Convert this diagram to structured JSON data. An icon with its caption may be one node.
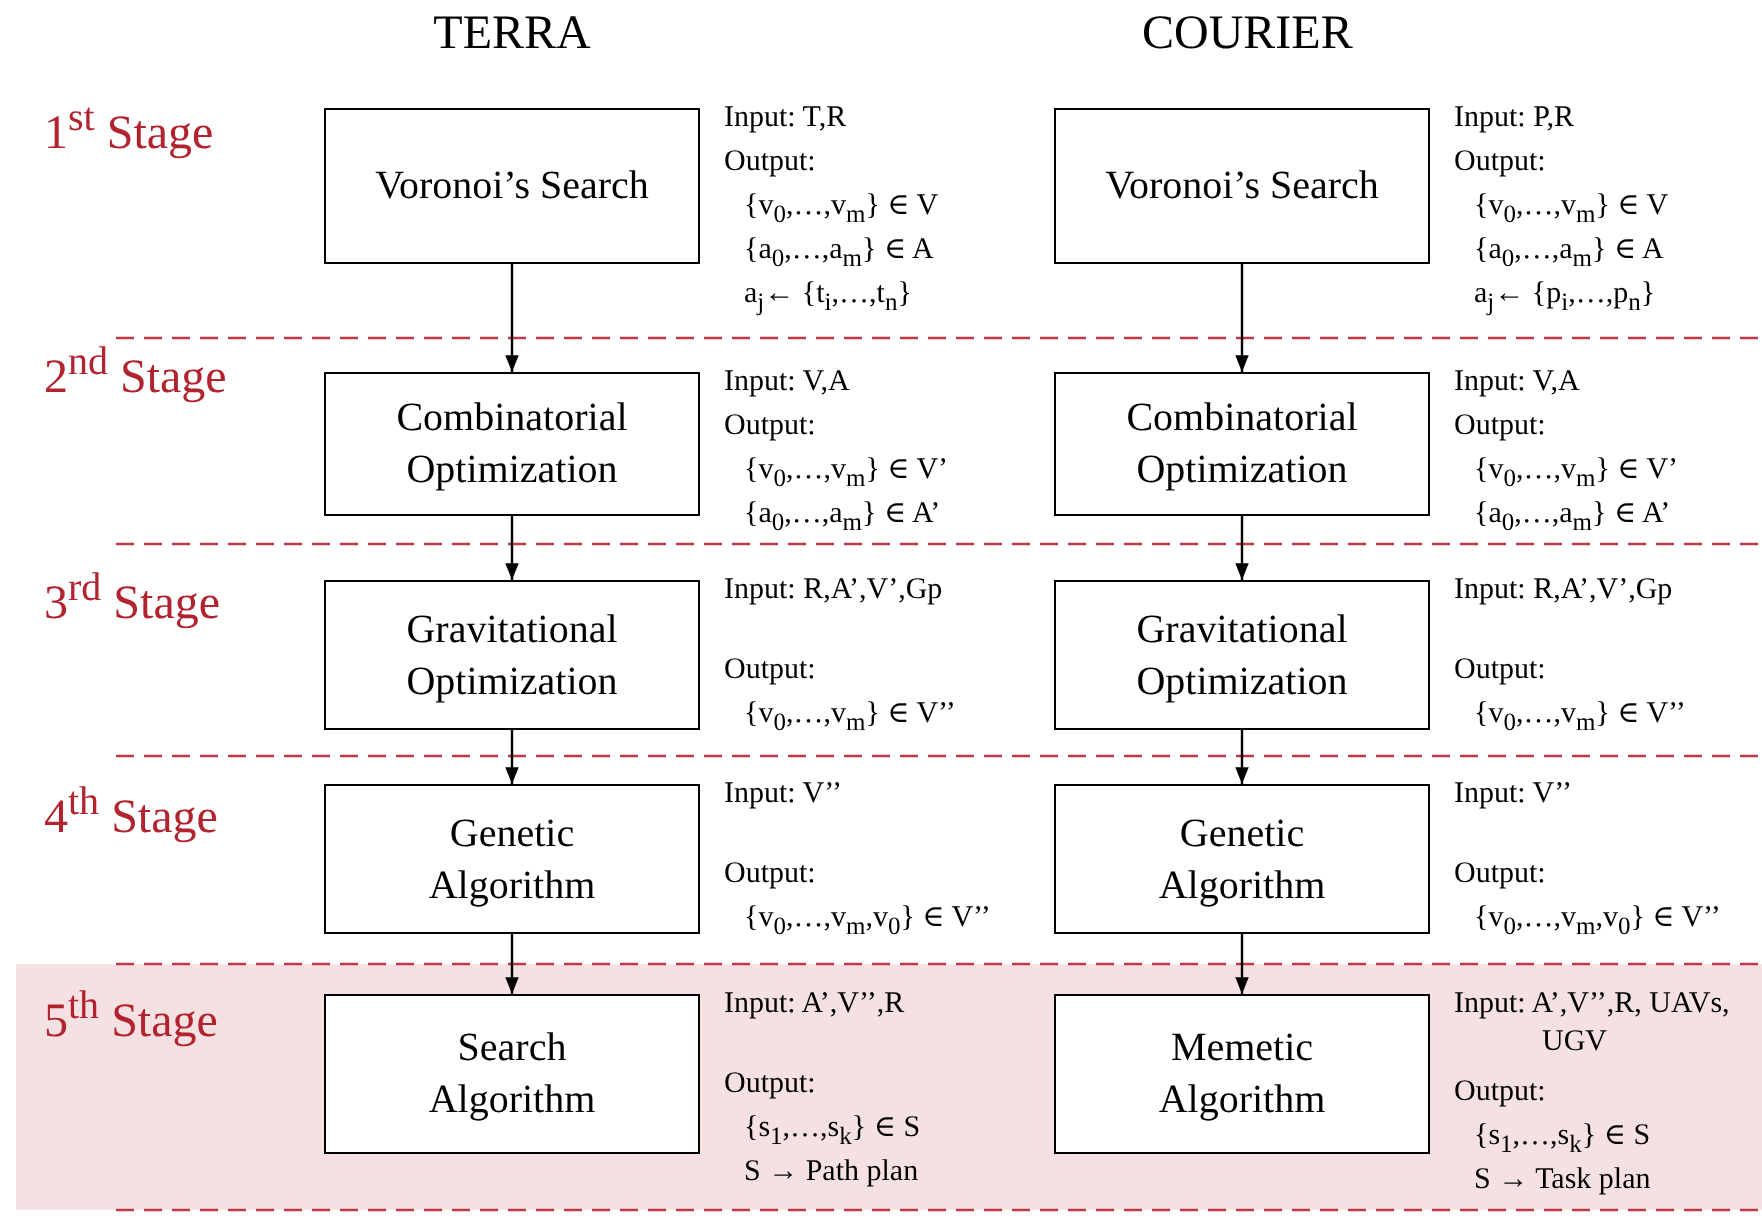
{
  "diagram": {
    "nodes": [
      {
        "text": [
          "Voronoi’s Search"
        ],
        "beside": [
          "Input: T,R",
          "Output:",
          "{v$_{0}$,…,v$_{m}$} ∈ V",
          "{a$_{0}$,…,a$_{m}$} ∈ A",
          "a$_{j}$← {t$_{i}$,…,t$_{n}$}"
        ]
      },
      {
        "text": [
          "Voronoi’s Search"
        ],
        "beside": [
          "Input: P,R",
          "Output:",
          "{v$_{0}$,…,v$_{m}$} ∈ V",
          "{a$_{0}$,…,a$_{m}$} ∈ A",
          "a$_{j}$← {p$_{i}$,…,p$_{n}$}"
        ]
      },
      {
        "text": [
          "Combinatorial Optimization"
        ],
        "beside": [
          "Input: V,A",
          "Output:",
          "{v$_{0}$,…,v$_{m}$} ∈ V’",
          "{a$_{0}$,…,a$_{m}$} ∈ A’"
        ]
      },
      {
        "text": [
          "Combinatorial Optimization"
        ],
        "beside": [
          "Input: V,A",
          "Output:",
          "{v$_{0}$,…,v$_{m}$} ∈ V’",
          "{a$_{0}$,…,a$_{m}$} ∈ A’"
        ]
      },
      {
        "text": [
          "Gravitational Optimization"
        ],
        "beside": [
          "Input: R,A’,V’,Gp",
          "Output:",
          "{v$_{0}$,…,v$_{m}$} ∈ V’’"
        ]
      },
      {
        "text": [
          "Gravitational Optimization"
        ],
        "beside": [
          "Input: R,A’,V’,Gp",
          "Output:",
          "{v$_{0}$,…,v$_{m}$} ∈ V’’"
        ]
      },
      {
        "text": [
          "Genetic Algorithm"
        ],
        "beside": [
          "Input: V’’",
          "Output:",
          "{v$_{0}$,…,v$_{m}$,v$_{0}$} ∈ V’’"
        ]
      },
      {
        "text": [
          "Genetic Algorithm"
        ],
        "beside": [
          "Input: V’’",
          "Output:",
          "{v$_{0}$,…,v$_{m}$,v$_{0}$} ∈ V’’"
        ]
      },
      {
        "text": [
          "5$^{th}$ Stage"
        ]
      },
      {
        "text": [
          "Search Algorithm"
        ],
        "in": 8,
        "beside": [
          "Input: A’,V’’,R",
          "Output:",
          "{s$_{1}$,…,s$_{k}$} ∈ S",
          "S → Path plan"
        ]
      },
      {
        "text": [
          "Memetic Algorithm"
        ],
        "in": 8,
        "beside": [
          "Input: A’,V’’,R, UAVs, UGV",
          "Output:",
          "{s$_{1}$,…,s$_{k}$} ∈ S",
          "S → Task plan"
        ]
      }
    ],
    "edges": [
      {
        "from": 0,
        "to": 2,
        "arrow": "to"
      },
      {
        "from": 2,
        "to": 4,
        "arrow": "to"
      },
      {
        "from": 4,
        "to": 6,
        "arrow": "to"
      },
      {
        "from": 6,
        "to": 9,
        "arrow": "to"
      },
      {
        "from": 1,
        "to": 3,
        "arrow": "to"
      },
      {
        "from": 3,
        "to": 5,
        "arrow": "to"
      },
      {
        "from": 5,
        "to": 7,
        "arrow": "to"
      },
      {
        "from": 7,
        "to": 10,
        "arrow": "to"
      }
    ],
    "labels": [
      "TERRA",
      "COURIER",
      "1$^{st}$ Stage",
      "2$^{nd}$ Stage",
      "3$^{rd}$ Stage",
      "4$^{th}$ Stage"
    ]
  }
}
